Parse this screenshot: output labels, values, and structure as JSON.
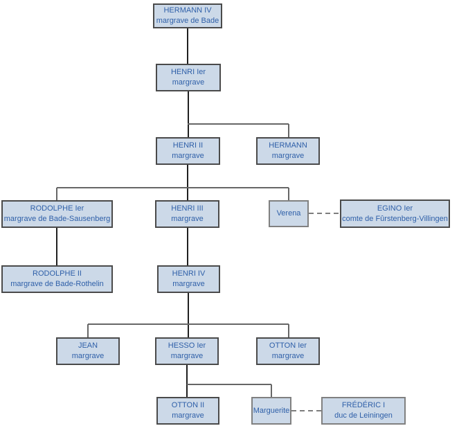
{
  "diagram_type": "family-tree",
  "colors": {
    "box_fill": "#ccd9e8",
    "box_shadow": "#3b76c9",
    "box_border_dark": "#4a4a4a",
    "box_border_gray": "#808080",
    "text": "#2e5fa8",
    "line_dark": "#1f1f1f",
    "line_gray": "#666666",
    "line_dashed": "#7d7d7d",
    "background": "#ffffff"
  },
  "nodes": {
    "hermann_iv": {
      "name": "HERMANN IV",
      "title": "margrave de Bade"
    },
    "henri_1": {
      "name": "HENRI Ier",
      "title": "margrave"
    },
    "henri_2": {
      "name": "HENRI II",
      "title": "margrave"
    },
    "hermann": {
      "name": "HERMANN",
      "title": "margrave"
    },
    "rodolphe_1": {
      "name": "RODOLPHE Ier",
      "title": "margrave de Bade-Sausenberg"
    },
    "henri_3": {
      "name": "HENRI III",
      "title": "margrave"
    },
    "verena": {
      "name": "Verena",
      "title": ""
    },
    "egino": {
      "name": "EGINO Ier",
      "title": "comte de Fûrstenberg-Villingen"
    },
    "rodolphe_2": {
      "name": "RODOLPHE II",
      "title": "margrave de Bade-Rothelin"
    },
    "henri_4": {
      "name": "HENRI IV",
      "title": "margrave"
    },
    "jean": {
      "name": "JEAN",
      "title": "margrave"
    },
    "hesso": {
      "name": "HESSO Ier",
      "title": "margrave"
    },
    "otton_1": {
      "name": "OTTON Ier",
      "title": "margrave"
    },
    "otton_2": {
      "name": "OTTON II",
      "title": "margrave"
    },
    "marguerite": {
      "name": "Marguerite",
      "title": ""
    },
    "frederic": {
      "name": "FRÉDÉRIC I",
      "title": "duc de Leiningen"
    }
  },
  "relations": {
    "parent_child": [
      [
        "hermann_iv",
        "henri_1"
      ],
      [
        "henri_1",
        "henri_2"
      ],
      [
        "henri_1",
        "hermann"
      ],
      [
        "henri_2",
        "rodolphe_1"
      ],
      [
        "henri_2",
        "henri_3"
      ],
      [
        "henri_2",
        "verena"
      ],
      [
        "rodolphe_1",
        "rodolphe_2"
      ],
      [
        "henri_3",
        "henri_4"
      ],
      [
        "henri_4",
        "jean"
      ],
      [
        "henri_4",
        "hesso"
      ],
      [
        "henri_4",
        "otton_1"
      ],
      [
        "hesso",
        "otton_2"
      ],
      [
        "hesso",
        "marguerite"
      ]
    ],
    "marriages": [
      [
        "verena",
        "egino"
      ],
      [
        "marguerite",
        "frederic"
      ]
    ]
  }
}
